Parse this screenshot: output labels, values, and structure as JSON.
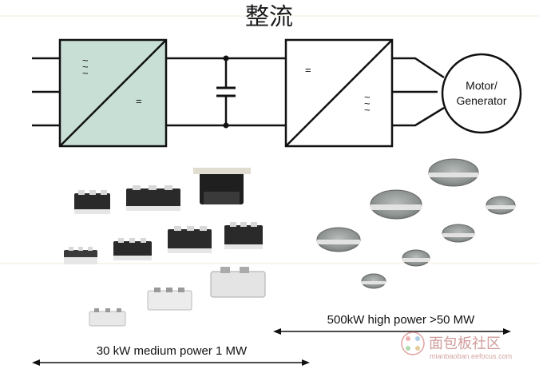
{
  "header": {
    "title": "整流"
  },
  "rectifier": {
    "ac_symbol": "~",
    "dc_symbol": "="
  },
  "inverter": {
    "dc_symbol": "=",
    "ac_symbol": "~"
  },
  "motor": {
    "line1": "Motor/",
    "line2": "Generator"
  },
  "ranges": {
    "medium": "30 kW medium power 1 MW",
    "high": "500kW high power >50 MW"
  },
  "watermark": {
    "text": "面包板社区",
    "url": "mianbaoban.eefocus.com"
  },
  "colors": {
    "rectifier_fill": "#c8dfd6",
    "stroke": "#111111",
    "press_pack": "#8e9492",
    "module_dark": "#2a2a2a"
  }
}
